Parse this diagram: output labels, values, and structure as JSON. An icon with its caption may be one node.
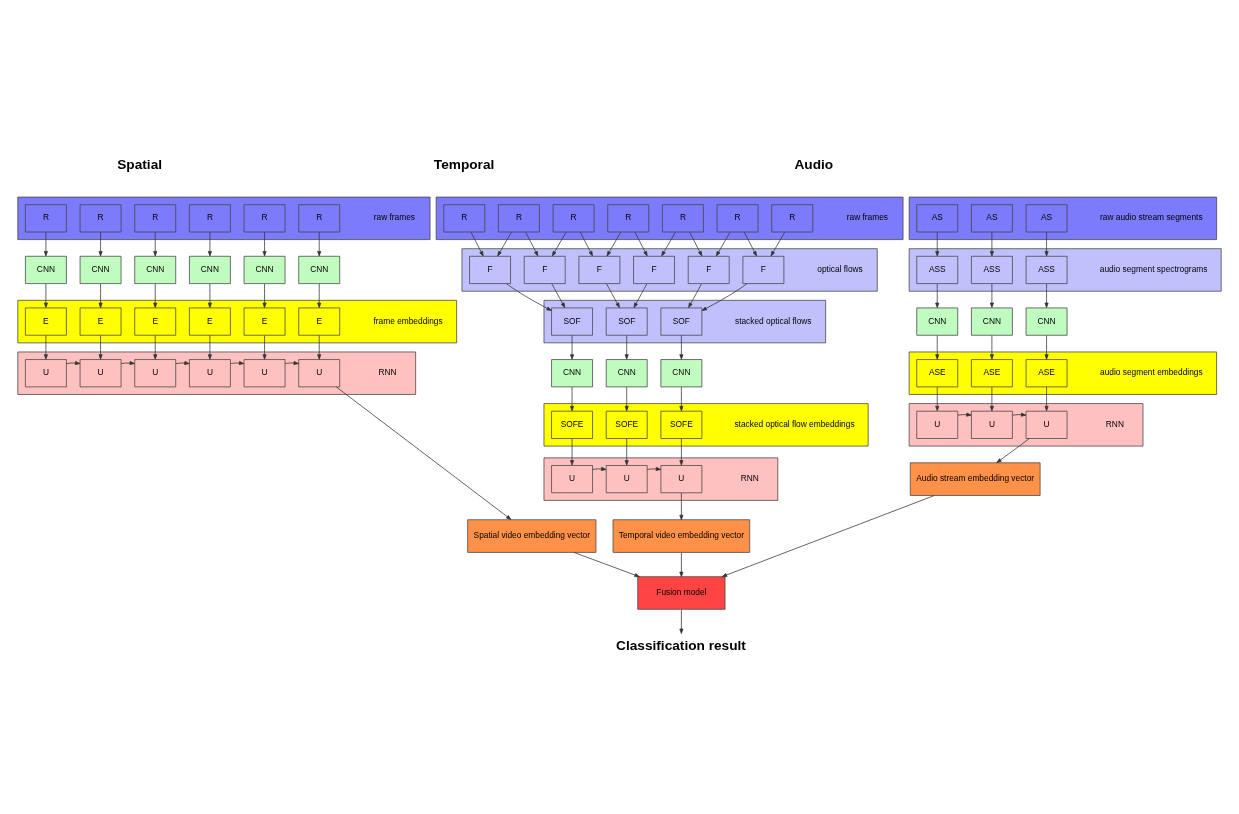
{
  "diagram": {
    "nodes": [
      {
        "text": [],
        "shape": "box",
        "beside": [
          "raw frames"
        ]
      },
      {
        "text": [
          "R"
        ],
        "in": 0
      },
      {
        "text": [
          "R"
        ],
        "in": 0
      },
      {
        "text": [
          "R"
        ],
        "in": 0
      },
      {
        "text": [
          "R"
        ],
        "in": 0
      },
      {
        "text": [
          "R"
        ],
        "in": 0
      },
      {
        "text": [
          "R"
        ],
        "in": 0
      },
      {
        "text": [
          "CNN"
        ]
      },
      {
        "text": [
          "CNN"
        ]
      },
      {
        "text": [
          "CNN"
        ]
      },
      {
        "text": [
          "CNN"
        ]
      },
      {
        "text": [
          "CNN"
        ]
      },
      {
        "text": [
          "CNN"
        ]
      },
      {
        "text": [],
        "shape": "box",
        "beside": [
          "frame embeddings"
        ]
      },
      {
        "text": [
          "E"
        ],
        "in": 13
      },
      {
        "text": [
          "E"
        ],
        "in": 13
      },
      {
        "text": [
          "E"
        ],
        "in": 13
      },
      {
        "text": [
          "E"
        ],
        "in": 13
      },
      {
        "text": [
          "E"
        ],
        "in": 13
      },
      {
        "text": [
          "E"
        ],
        "in": 13
      },
      {
        "text": [],
        "shape": "box",
        "beside": [
          "RNN"
        ]
      },
      {
        "text": [
          "U"
        ],
        "in": 20
      },
      {
        "text": [
          "U"
        ],
        "in": 20
      },
      {
        "text": [
          "U"
        ],
        "in": 20
      },
      {
        "text": [
          "U"
        ],
        "in": 20
      },
      {
        "text": [
          "U"
        ],
        "in": 20
      },
      {
        "text": [
          "U"
        ],
        "in": 20
      },
      {
        "text": [
          "Spatial video embedding vector"
        ]
      },
      {
        "text": [],
        "shape": "box",
        "beside": [
          "raw frames"
        ]
      },
      {
        "text": [
          "R"
        ],
        "in": 28
      },
      {
        "text": [
          "R"
        ],
        "in": 28
      },
      {
        "text": [
          "R"
        ],
        "in": 28
      },
      {
        "text": [
          "R"
        ],
        "in": 28
      },
      {
        "text": [
          "R"
        ],
        "in": 28
      },
      {
        "text": [
          "R"
        ],
        "in": 28
      },
      {
        "text": [
          "R"
        ],
        "in": 28
      },
      {
        "text": [],
        "shape": "box",
        "beside": [
          "optical flows"
        ]
      },
      {
        "text": [
          "F"
        ],
        "in": 36
      },
      {
        "text": [
          "F"
        ],
        "in": 36
      },
      {
        "text": [
          "F"
        ],
        "in": 36
      },
      {
        "text": [
          "F"
        ],
        "in": 36
      },
      {
        "text": [
          "F"
        ],
        "in": 36
      },
      {
        "text": [
          "F"
        ],
        "in": 36
      },
      {
        "text": [],
        "shape": "box",
        "beside": [
          "stacked optical flows"
        ]
      },
      {
        "text": [
          "SOF"
        ],
        "in": 43
      },
      {
        "text": [
          "SOF"
        ],
        "in": 43
      },
      {
        "text": [
          "SOF"
        ],
        "in": 43
      },
      {
        "text": [
          "CNN"
        ]
      },
      {
        "text": [
          "CNN"
        ]
      },
      {
        "text": [
          "CNN"
        ]
      },
      {
        "text": [],
        "shape": "box",
        "beside": [
          "stacked optical flow embeddings"
        ]
      },
      {
        "text": [
          "SOFE"
        ],
        "in": 50
      },
      {
        "text": [
          "SOFE"
        ],
        "in": 50
      },
      {
        "text": [
          "SOFE"
        ],
        "in": 50
      },
      {
        "text": [],
        "shape": "box",
        "beside": [
          "RNN"
        ]
      },
      {
        "text": [
          "U"
        ],
        "in": 54
      },
      {
        "text": [
          "U"
        ],
        "in": 54
      },
      {
        "text": [
          "U"
        ],
        "in": 54
      },
      {
        "text": [
          "Temporal video embedding vector"
        ]
      },
      {
        "text": [
          "Fusion model"
        ]
      },
      {
        "text": [
          "Classification result"
        ]
      },
      {
        "text": [],
        "shape": "box",
        "beside": [
          "raw audio stream segments"
        ]
      },
      {
        "text": [
          "AS"
        ],
        "in": 61
      },
      {
        "text": [
          "AS"
        ],
        "in": 61
      },
      {
        "text": [
          "AS"
        ],
        "in": 61
      },
      {
        "text": [],
        "shape": "box",
        "beside": [
          "audio segment spectrograms"
        ]
      },
      {
        "text": [
          "ASS"
        ],
        "in": 65
      },
      {
        "text": [
          "ASS"
        ],
        "in": 65
      },
      {
        "text": [
          "ASS"
        ],
        "in": 65
      },
      {
        "text": [
          "CNN"
        ]
      },
      {
        "text": [
          "CNN"
        ]
      },
      {
        "text": [
          "CNN"
        ]
      },
      {
        "text": [],
        "shape": "box",
        "beside": [
          "audio segment embeddings"
        ]
      },
      {
        "text": [
          "ASE"
        ],
        "in": 72
      },
      {
        "text": [
          "ASE"
        ],
        "in": 72
      },
      {
        "text": [
          "ASE"
        ],
        "in": 72
      },
      {
        "text": [],
        "shape": "box",
        "beside": [
          "RNN"
        ]
      },
      {
        "text": [
          "U"
        ],
        "in": 76
      },
      {
        "text": [
          "U"
        ],
        "in": 76
      },
      {
        "text": [
          "U"
        ],
        "in": 76
      },
      {
        "text": [
          "Audio stream embedding vector"
        ]
      }
    ],
    "edges": [
      {
        "from": 1,
        "to": 7,
        "arrow": "to"
      },
      {
        "from": 2,
        "to": 8,
        "arrow": "to"
      },
      {
        "from": 3,
        "to": 9,
        "arrow": "to"
      },
      {
        "from": 4,
        "to": 10,
        "arrow": "to"
      },
      {
        "from": 5,
        "to": 11,
        "arrow": "to"
      },
      {
        "from": 6,
        "to": 12,
        "arrow": "to"
      },
      {
        "from": 7,
        "to": 14,
        "arrow": "to"
      },
      {
        "from": 8,
        "to": 15,
        "arrow": "to"
      },
      {
        "from": 9,
        "to": 16,
        "arrow": "to"
      },
      {
        "from": 10,
        "to": 17,
        "arrow": "to"
      },
      {
        "from": 11,
        "to": 18,
        "arrow": "to"
      },
      {
        "from": 12,
        "to": 19,
        "arrow": "to"
      },
      {
        "from": 14,
        "to": 21,
        "arrow": "to"
      },
      {
        "from": 15,
        "to": 22,
        "arrow": "to"
      },
      {
        "from": 16,
        "to": 23,
        "arrow": "to"
      },
      {
        "from": 17,
        "to": 24,
        "arrow": "to"
      },
      {
        "from": 18,
        "to": 25,
        "arrow": "to"
      },
      {
        "from": 19,
        "to": 26,
        "arrow": "to"
      },
      {
        "from": 21,
        "to": 22,
        "arrow": "to"
      },
      {
        "from": 22,
        "to": 23,
        "arrow": "to"
      },
      {
        "from": 23,
        "to": 24,
        "arrow": "to"
      },
      {
        "from": 24,
        "to": 25,
        "arrow": "to"
      },
      {
        "from": 25,
        "to": 26,
        "arrow": "to"
      },
      {
        "from": 26,
        "to": 27,
        "arrow": "to"
      },
      {
        "from": 27,
        "to": 59,
        "arrow": "to"
      },
      {
        "from": 29,
        "to": 37,
        "arrow": "to"
      },
      {
        "from": 30,
        "to": 37,
        "arrow": "to"
      },
      {
        "from": 30,
        "to": 38,
        "arrow": "to"
      },
      {
        "from": 31,
        "to": 38,
        "arrow": "to"
      },
      {
        "from": 31,
        "to": 39,
        "arrow": "to"
      },
      {
        "from": 32,
        "to": 39,
        "arrow": "to"
      },
      {
        "from": 32,
        "to": 40,
        "arrow": "to"
      },
      {
        "from": 33,
        "to": 40,
        "arrow": "to"
      },
      {
        "from": 33,
        "to": 41,
        "arrow": "to"
      },
      {
        "from": 34,
        "to": 41,
        "arrow": "to"
      },
      {
        "from": 34,
        "to": 42,
        "arrow": "to"
      },
      {
        "from": 35,
        "to": 42,
        "arrow": "to"
      },
      {
        "from": 37,
        "to": 44,
        "arrow": "to"
      },
      {
        "from": 38,
        "to": 44,
        "arrow": "to"
      },
      {
        "from": 39,
        "to": 45,
        "arrow": "to"
      },
      {
        "from": 40,
        "to": 45,
        "arrow": "to"
      },
      {
        "from": 41,
        "to": 46,
        "arrow": "to"
      },
      {
        "from": 42,
        "to": 46,
        "arrow": "to"
      },
      {
        "from": 44,
        "to": 47,
        "arrow": "to"
      },
      {
        "from": 45,
        "to": 48,
        "arrow": "to"
      },
      {
        "from": 46,
        "to": 49,
        "arrow": "to"
      },
      {
        "from": 47,
        "to": 51,
        "arrow": "to"
      },
      {
        "from": 48,
        "to": 52,
        "arrow": "to"
      },
      {
        "from": 49,
        "to": 53,
        "arrow": "to"
      },
      {
        "from": 51,
        "to": 55,
        "arrow": "to"
      },
      {
        "from": 52,
        "to": 56,
        "arrow": "to"
      },
      {
        "from": 53,
        "to": 57,
        "arrow": "to"
      },
      {
        "from": 55,
        "to": 56,
        "arrow": "to"
      },
      {
        "from": 56,
        "to": 57,
        "arrow": "to"
      },
      {
        "from": 57,
        "to": 58,
        "arrow": "to"
      },
      {
        "from": 58,
        "to": 59,
        "arrow": "to"
      },
      {
        "from": 59,
        "to": 60,
        "arrow": "to"
      },
      {
        "from": 62,
        "to": 66,
        "arrow": "to"
      },
      {
        "from": 63,
        "to": 67,
        "arrow": "to"
      },
      {
        "from": 64,
        "to": 68,
        "arrow": "to"
      },
      {
        "from": 66,
        "to": 69,
        "arrow": "to"
      },
      {
        "from": 67,
        "to": 70,
        "arrow": "to"
      },
      {
        "from": 68,
        "to": 71,
        "arrow": "to"
      },
      {
        "from": 69,
        "to": 73,
        "arrow": "to"
      },
      {
        "from": 70,
        "to": 74,
        "arrow": "to"
      },
      {
        "from": 71,
        "to": 75,
        "arrow": "to"
      },
      {
        "from": 73,
        "to": 77,
        "arrow": "to"
      },
      {
        "from": 74,
        "to": 78,
        "arrow": "to"
      },
      {
        "from": 75,
        "to": 79,
        "arrow": "to"
      },
      {
        "from": 77,
        "to": 78,
        "arrow": "to"
      },
      {
        "from": 78,
        "to": 79,
        "arrow": "to"
      },
      {
        "from": 79,
        "to": 80,
        "arrow": "to"
      },
      {
        "from": 80,
        "to": 59,
        "arrow": "to"
      }
    ],
    "labels": [
      "Spatial",
      "Temporal",
      "Audio"
    ]
  }
}
